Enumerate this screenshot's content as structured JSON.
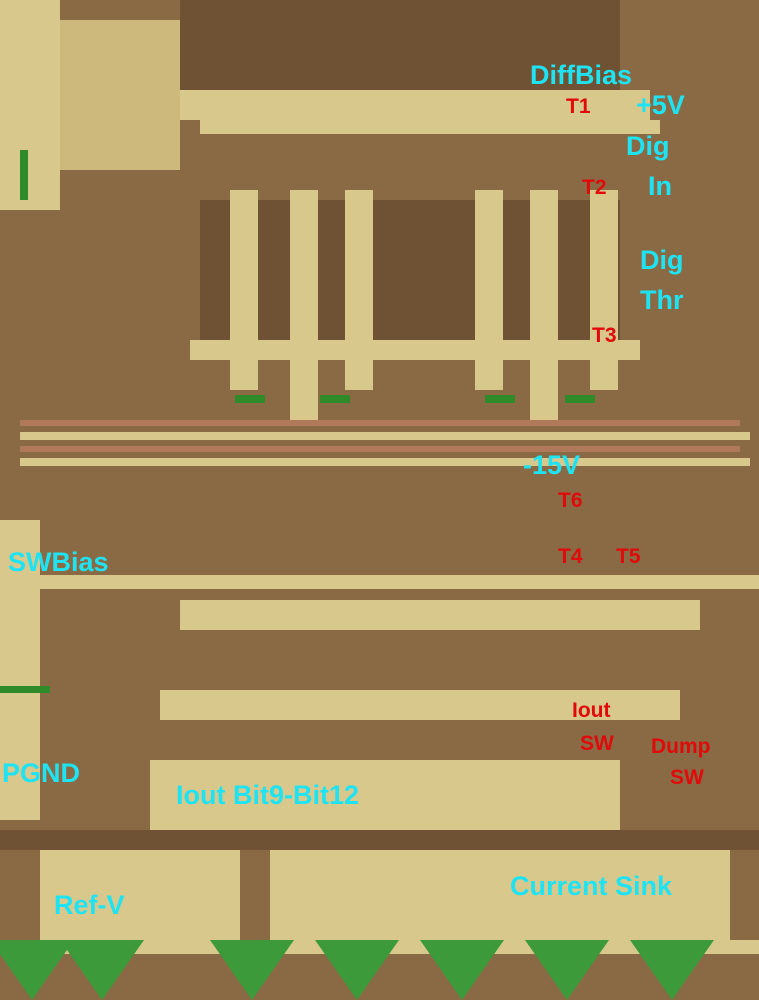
{
  "colors": {
    "label_cyan": "#1fe3f2",
    "label_red": "#e00a0a",
    "metal": "#d9c88c",
    "substrate": "#8a6a44"
  },
  "labels": {
    "diffbias": "DiffBias",
    "plus5v": "+5V",
    "t1": "T1",
    "dig_in_1": "Dig",
    "dig_in_2": "In",
    "t2": "T2",
    "dig_thr_1": "Dig",
    "dig_thr_2": "Thr",
    "t3": "T3",
    "minus15v": "-15V",
    "t6": "T6",
    "t4": "T4",
    "t5": "T5",
    "swbias": "SWBias",
    "iout_sw_1": "Iout",
    "iout_sw_2": "SW",
    "dump_sw_1": "Dump",
    "dump_sw_2": "SW",
    "pgnd": "PGND",
    "iout_bits": "Iout Bit9-Bit12",
    "current_sink": "Current Sink",
    "ref_v": "Ref-V"
  }
}
